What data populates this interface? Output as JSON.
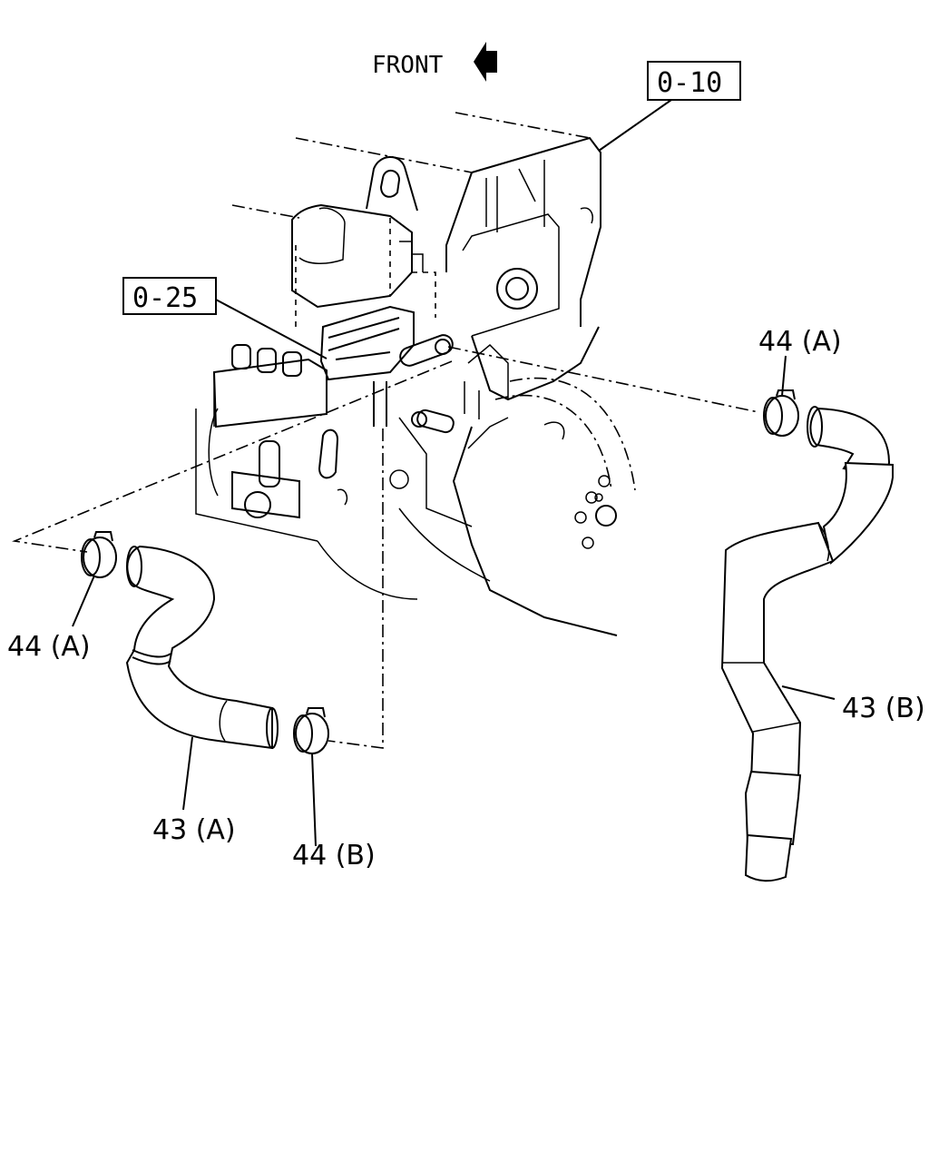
{
  "front_indicator": {
    "label": "FRONT"
  },
  "references": [
    {
      "id": "ref-0-10",
      "label": "0-10"
    },
    {
      "id": "ref-0-25",
      "label": "0-25"
    }
  ],
  "callouts": {
    "clamp_a_top": "44 (A)",
    "clamp_a_left": "44 (A)",
    "clamp_b": "44 (B)",
    "hose_a": "43 (A)",
    "hose_b": "43 (B)"
  },
  "colors": {
    "line": "#000000",
    "background": "#ffffff"
  }
}
